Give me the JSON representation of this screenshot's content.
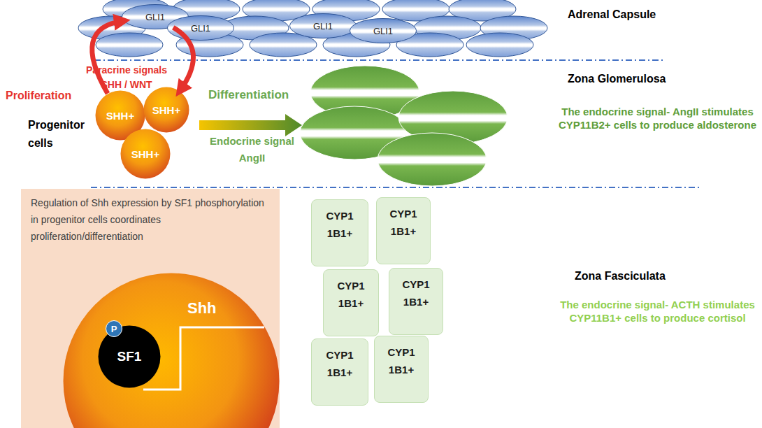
{
  "diagram": {
    "nodes": [
      {
        "text": [
          "GLI1"
        ]
      },
      {
        "text": [
          "GLI1"
        ]
      },
      {
        "text": [
          "GLI1"
        ]
      },
      {
        "text": [
          "GLI1"
        ]
      },
      {
        "text": [
          "SHH+"
        ]
      },
      {
        "text": [
          "SHH+"
        ]
      },
      {
        "text": [
          "SHH+"
        ]
      },
      {
        "text": [
          "Regulation of Shh expression by SF1 phosphorylation in progenitor cells coordinates proliferation/differentiation"
        ]
      },
      {
        "text": [
          "Shh"
        ],
        "in": 7
      },
      {
        "text": [
          "SF1"
        ],
        "in": 8
      },
      {
        "text": [
          "P"
        ],
        "in": 8
      },
      {
        "text": [
          "CYP1 1B1+"
        ]
      },
      {
        "text": [
          "CYP1 1B1+"
        ]
      },
      {
        "text": [
          "CYP1 1B1+"
        ]
      },
      {
        "text": [
          "CYP1 1B1+"
        ]
      },
      {
        "text": [
          "CYP1 1B1+"
        ]
      },
      {
        "text": [
          "CYP1 1B1+"
        ]
      }
    ],
    "edges": [
      {
        "from": 4,
        "to": 0,
        "arrow": "to",
        "label": "Proliferation"
      },
      {
        "from": 0,
        "to": 5,
        "arrow": "to",
        "label": "Paracrine signals SHH / WNT"
      }
    ],
    "labels": [
      "Adrenal Capsule",
      "Zona Glomerulosa",
      "The endocrine signal- AngII stimulates CYP11B2+ cells to produce aldosterone",
      "Zona Fasciculata",
      "The endocrine signal- ACTH stimulates CYP11B1+ cells to produce cortisol",
      "Progenitor cells",
      "Differentiation",
      "Endocrine signal AngII"
    ]
  }
}
